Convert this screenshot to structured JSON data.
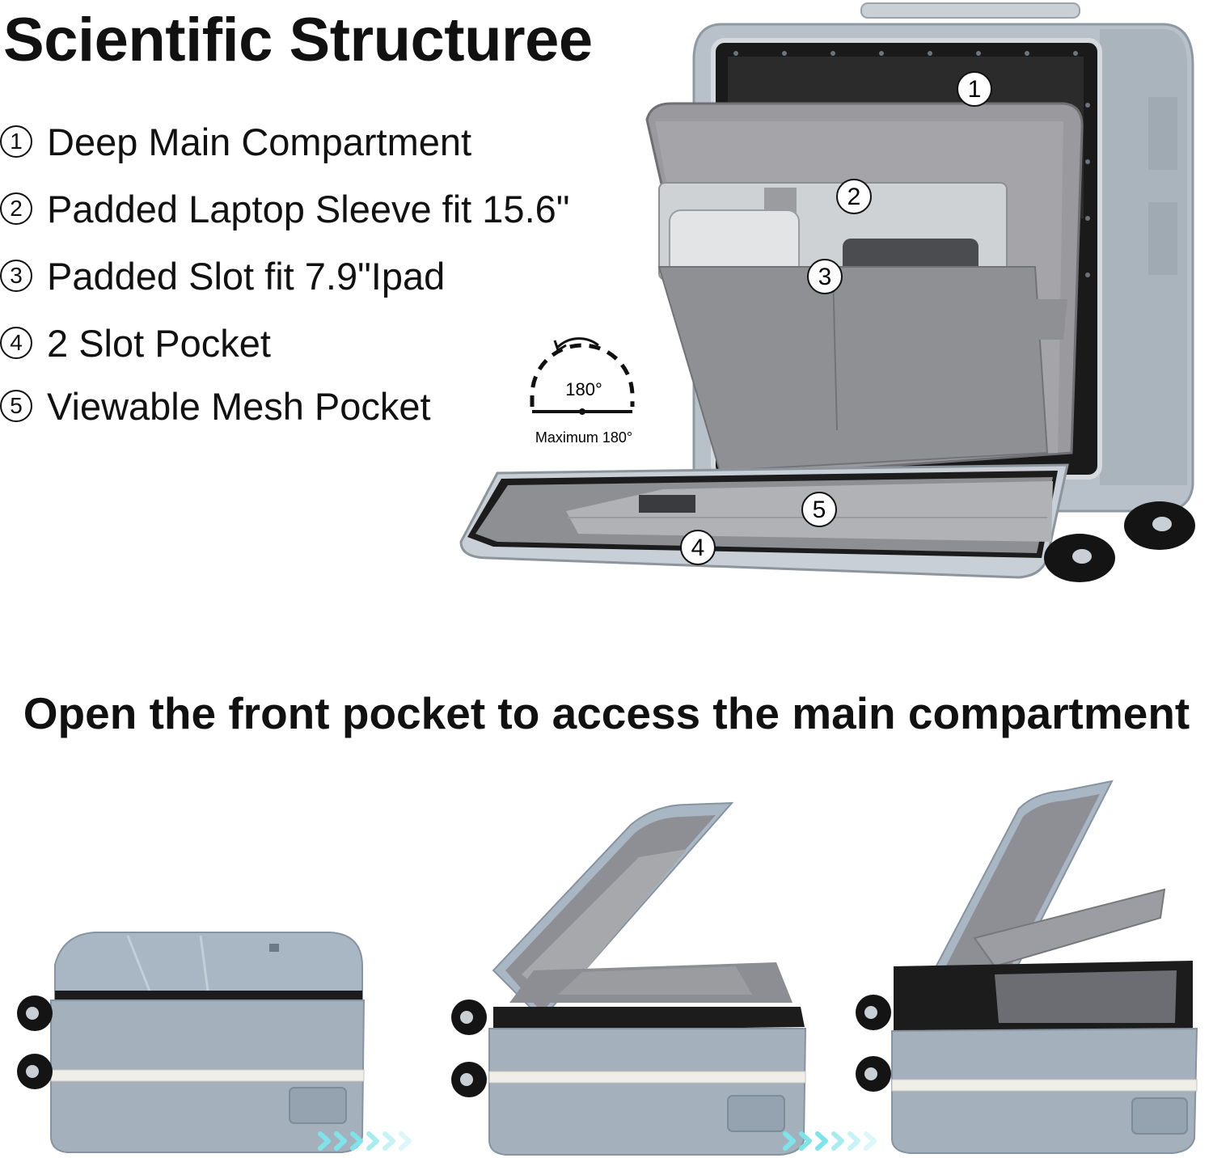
{
  "title": "Scientific Structuree",
  "features": [
    {
      "num": "1",
      "text": "Deep Main Compartment"
    },
    {
      "num": "2",
      "text": "Padded Laptop Sleeve fit 15.6\""
    },
    {
      "num": "3",
      "text": "Padded Slot fit 7.9\"Ipad"
    },
    {
      "num": "4",
      "text": "2 Slot Pocket"
    },
    {
      "num": "5",
      "text": "Viewable Mesh Pocket"
    }
  ],
  "angle_badge": {
    "value": "180°",
    "caption": "Maximum 180°"
  },
  "callouts": [
    "1",
    "2",
    "3",
    "4",
    "5"
  ],
  "subtitle": "Open the front pocket to access the main compartment",
  "colors": {
    "shell": "#a9b6c2",
    "interior": "#8d8f93",
    "accent": "#7fe3ea"
  }
}
